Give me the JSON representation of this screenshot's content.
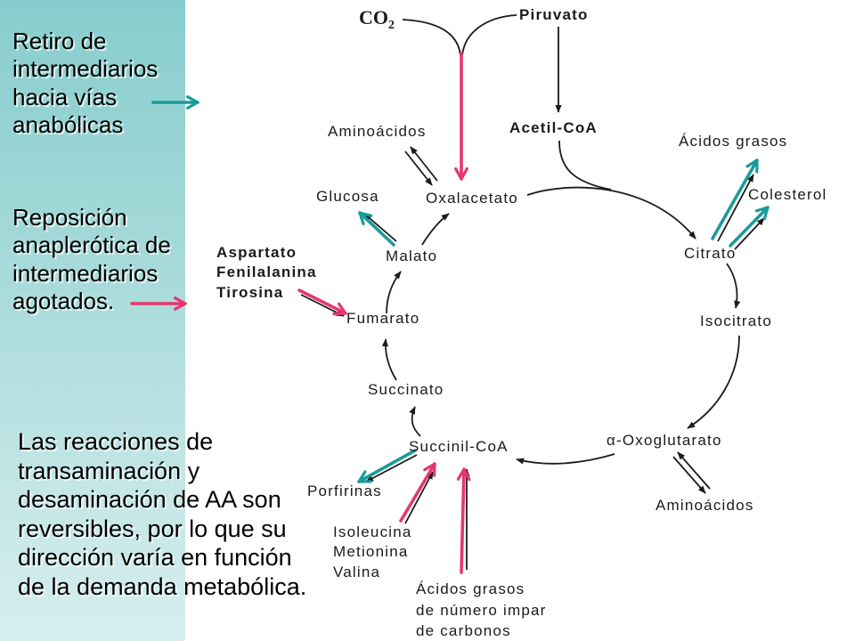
{
  "slide": {
    "colors": {
      "teal_arrow": "#1a9b9b",
      "pink_arrow": "#e83570",
      "ink": "#1b1b1b",
      "panel_top": "#87cdcd",
      "panel_bottom": "#d7eeee"
    },
    "notes": {
      "withdrawal": [
        "Retiro de",
        "intermediarios",
        "hacia vías",
        "anabólicas"
      ],
      "replenishment": [
        "Reposición",
        "anaplerótica de",
        "intermediarios",
        "agotados."
      ],
      "reversibility": [
        "Las reacciones de",
        "transaminación y",
        "desaminación de AA son",
        "reversibles, por lo que su",
        "dirección varía en función",
        "de la demanda metabólica."
      ]
    }
  },
  "diagram": {
    "co2": {
      "base": "CO",
      "sub": "2"
    },
    "pyruvate": "Piruvato",
    "acetyl_coa": "Acetil-CoA",
    "cycle": {
      "oxaloacetate": "Oxalacetato",
      "citrate": "Citrato",
      "isocitrate": "Isocitrato",
      "oxoglutarate": "α-Oxoglutarato",
      "succinyl_coa": "Succinil-CoA",
      "succinate": "Succinato",
      "fumarate": "Fumarato",
      "malate": "Malato"
    },
    "exchange": {
      "oxaloacetate_amino_acids": "Aminoácidos",
      "oxoglutarate_amino_acids": "Aminoácidos"
    },
    "outputs": {
      "glucose": "Glucosa",
      "fatty_acids": "Ácidos grasos",
      "cholesterol": "Colesterol",
      "porphyrins": "Porfirinas"
    },
    "inputs": {
      "fumarate_sources": [
        "Aspartato",
        "Fenilalanina",
        "Tirosina"
      ],
      "succinyl_sources": [
        "Isoleucina",
        "Metionina",
        "Valina"
      ],
      "odd_chain_fatty_acids": [
        "Ácidos grasos",
        "de número impar",
        "de carbonos"
      ]
    }
  }
}
